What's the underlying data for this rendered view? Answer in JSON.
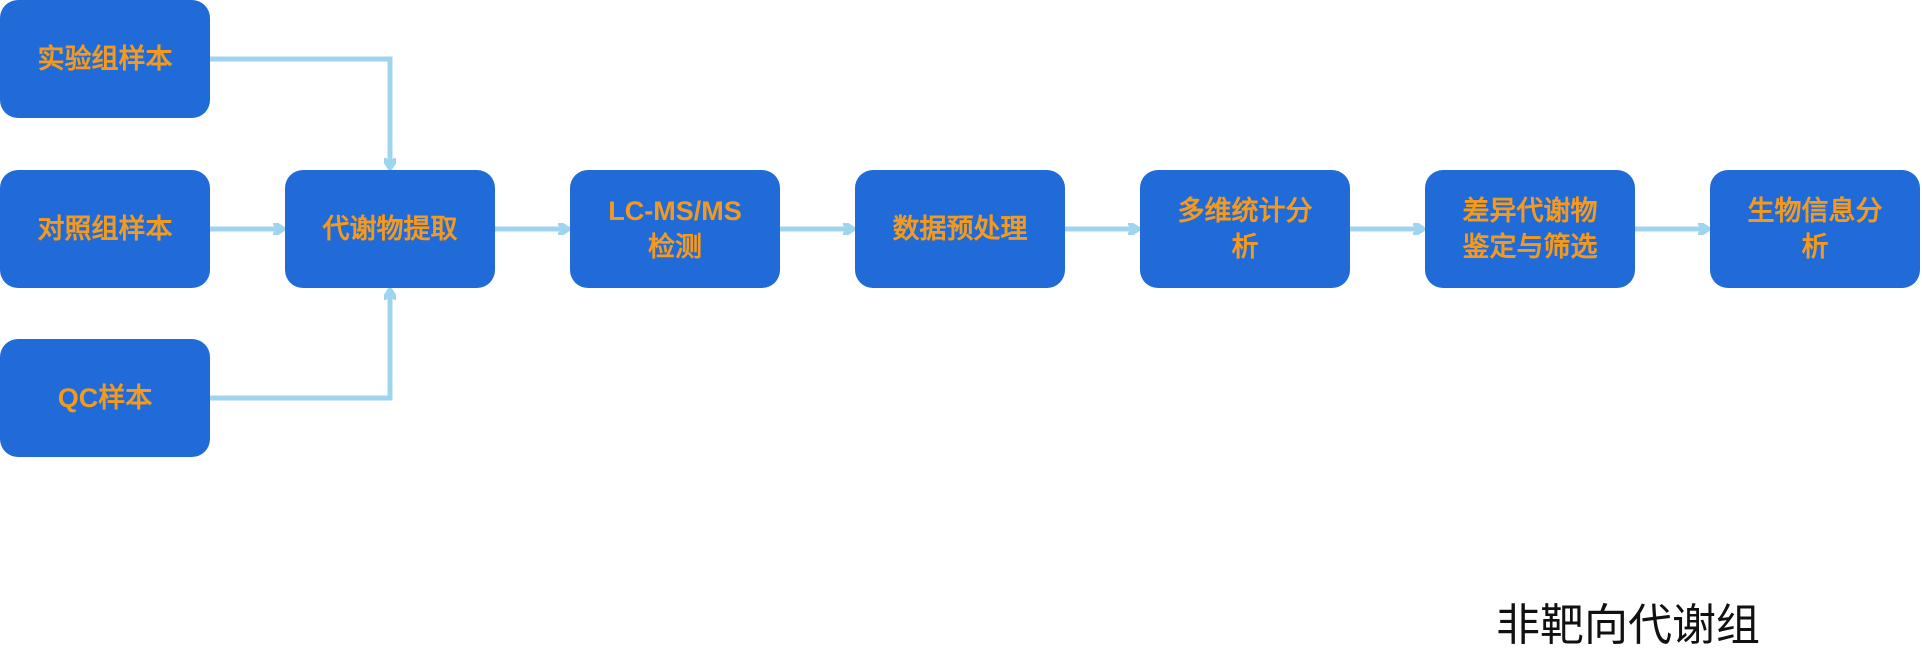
{
  "diagram": {
    "nodes": [
      {
        "id": "experimental",
        "label": "实验组样本"
      },
      {
        "id": "control",
        "label": "对照组样本"
      },
      {
        "id": "qc",
        "label": "QC样本"
      },
      {
        "id": "extraction",
        "label": "代谢物提取"
      },
      {
        "id": "lcms",
        "label": "LC-MS/MS检测"
      },
      {
        "id": "preprocess",
        "label": "数据预处理"
      },
      {
        "id": "multivariate",
        "label": "多维统计分析"
      },
      {
        "id": "differential",
        "label": "差异代谢物鉴定与筛选"
      },
      {
        "id": "bioinfo",
        "label": "生物信息分析"
      }
    ],
    "edges": [
      {
        "from": "experimental",
        "to": "extraction"
      },
      {
        "from": "control",
        "to": "extraction"
      },
      {
        "from": "qc",
        "to": "extraction"
      },
      {
        "from": "extraction",
        "to": "lcms"
      },
      {
        "from": "lcms",
        "to": "preprocess"
      },
      {
        "from": "preprocess",
        "to": "multivariate"
      },
      {
        "from": "multivariate",
        "to": "differential"
      },
      {
        "from": "differential",
        "to": "bioinfo"
      }
    ],
    "caption": "非靶向代谢组",
    "colors": {
      "node_fill": "#206bd8",
      "node_text": "#f39a1e",
      "connector": "#9fd4ee",
      "caption_text": "#111111"
    }
  }
}
